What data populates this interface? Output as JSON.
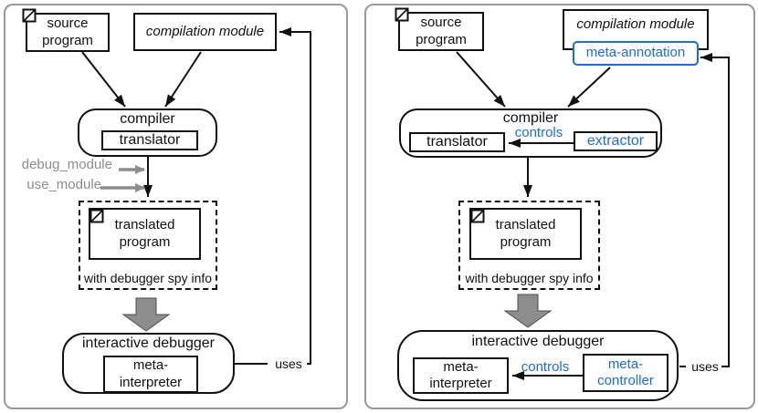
{
  "colors": {
    "accent_blue": "#1d6be2",
    "gray_annotation": "#8d8d8d",
    "line_black": "#111111",
    "panel_border": "#999999",
    "thick_arrow_fill": "#8d8d8d"
  },
  "left_panel": {
    "source_program": "source\nprogram",
    "compilation_module": "compilation module",
    "compiler": "compiler",
    "translator": "translator",
    "debug_module_label": "debug_module",
    "use_module_label": "use_module",
    "translated_program": "translated\nprogram",
    "spy_info_caption": "with debugger spy info",
    "interactive_debugger": "interactive debugger",
    "meta_interpreter": "meta-\ninterpreter",
    "uses_label": "uses"
  },
  "right_panel": {
    "source_program": "source\nprogram",
    "compilation_module": "compilation module",
    "meta_annotation": "meta-annotation",
    "compiler": "compiler",
    "translator": "translator",
    "extractor": "extractor",
    "controls_label_top": "controls",
    "translated_program": "translated\nprogram",
    "spy_info_caption": "with debugger spy info",
    "interactive_debugger": "interactive debugger",
    "meta_interpreter": "meta-\ninterpreter",
    "meta_controller": "meta-\ncontroller",
    "controls_label_bottom": "controls",
    "uses_label": "uses"
  }
}
